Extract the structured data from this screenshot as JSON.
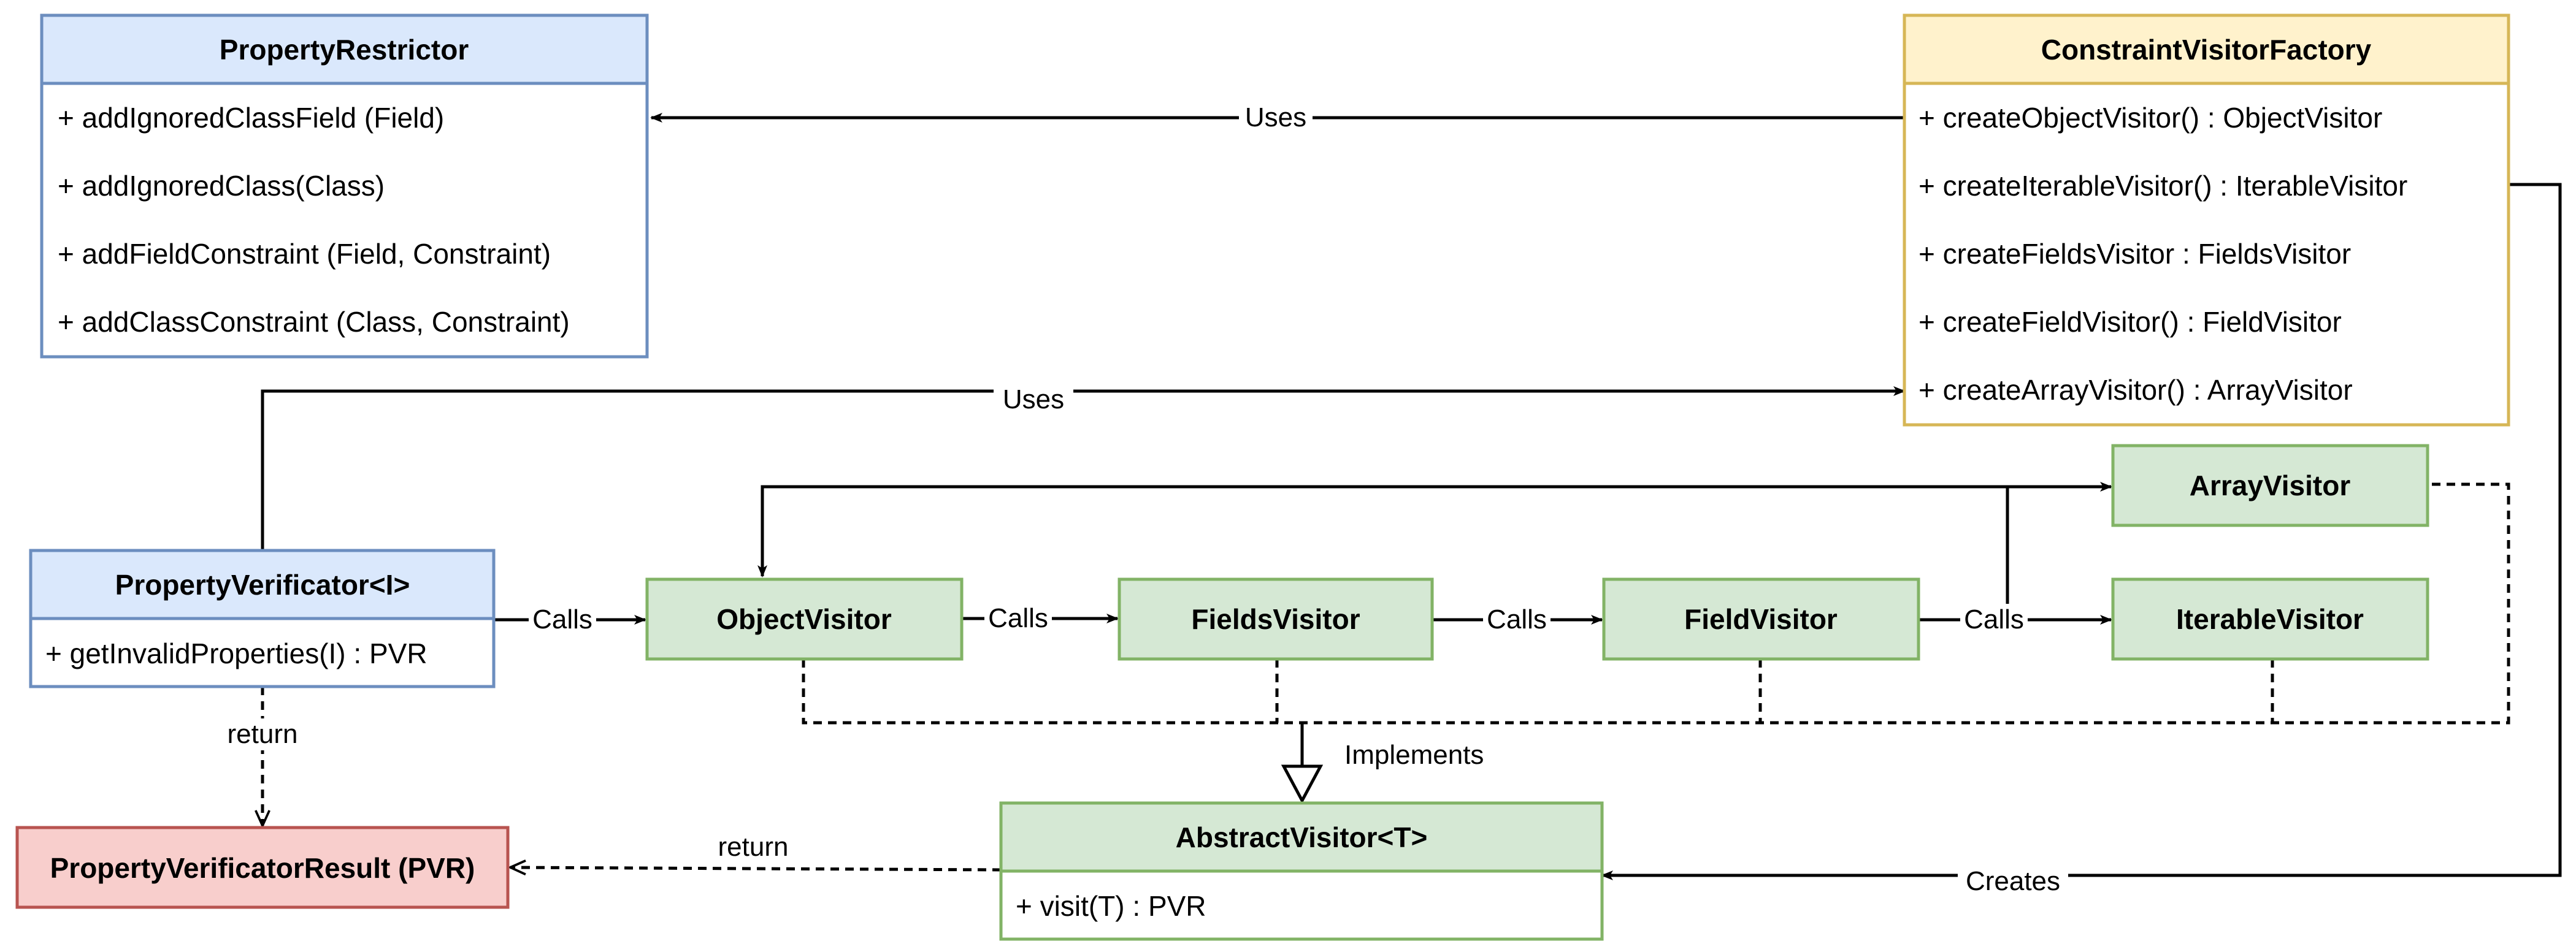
{
  "colors": {
    "blue_fill": "#dae8fc",
    "blue_stroke": "#6c8ebf",
    "yellow_fill": "#fff2cc",
    "yellow_stroke": "#d6b656",
    "green_fill": "#d5e8d4",
    "green_stroke": "#82b366",
    "red_fill": "#f8cecc",
    "red_stroke": "#b85450",
    "line": "#000000"
  },
  "classes": {
    "property_restrictor": {
      "title": "PropertyRestrictor",
      "methods": [
        "+ addIgnoredClassField (Field)",
        "+ addIgnoredClass(Class)",
        "+ addFieldConstraint (Field, Constraint)",
        "+ addClassConstraint (Class, Constraint)"
      ]
    },
    "constraint_visitor_factory": {
      "title": "ConstraintVisitorFactory",
      "methods": [
        "+ createObjectVisitor() : ObjectVisitor",
        "+ createIterableVisitor() : IterableVisitor",
        "+ createFieldsVisitor : FieldsVisitor",
        "+ createFieldVisitor() : FieldVisitor",
        "+ createArrayVisitor() : ArrayVisitor"
      ]
    },
    "property_verificator": {
      "title": "PropertyVerificator<I>",
      "methods": [
        "+ getInvalidProperties(I) : PVR"
      ]
    },
    "property_verificator_result": {
      "title": "PropertyVerificatorResult (PVR)"
    },
    "object_visitor": {
      "title": "ObjectVisitor"
    },
    "fields_visitor": {
      "title": "FieldsVisitor"
    },
    "field_visitor": {
      "title": "FieldVisitor"
    },
    "array_visitor": {
      "title": "ArrayVisitor"
    },
    "iterable_visitor": {
      "title": "IterableVisitor"
    },
    "abstract_visitor": {
      "title": "AbstractVisitor<T>",
      "methods": [
        "+ visit(T) : PVR"
      ]
    }
  },
  "edges": {
    "factory_uses_restrictor": "Uses",
    "verificator_uses_factory": "Uses",
    "verificator_calls_object": "Calls",
    "object_calls_fields": "Calls",
    "fields_calls_field": "Calls",
    "field_calls_iterable_array": "Calls",
    "verificator_returns": "return",
    "abstract_returns": "return",
    "visitors_implement": "Implements",
    "factory_creates": "Creates"
  }
}
